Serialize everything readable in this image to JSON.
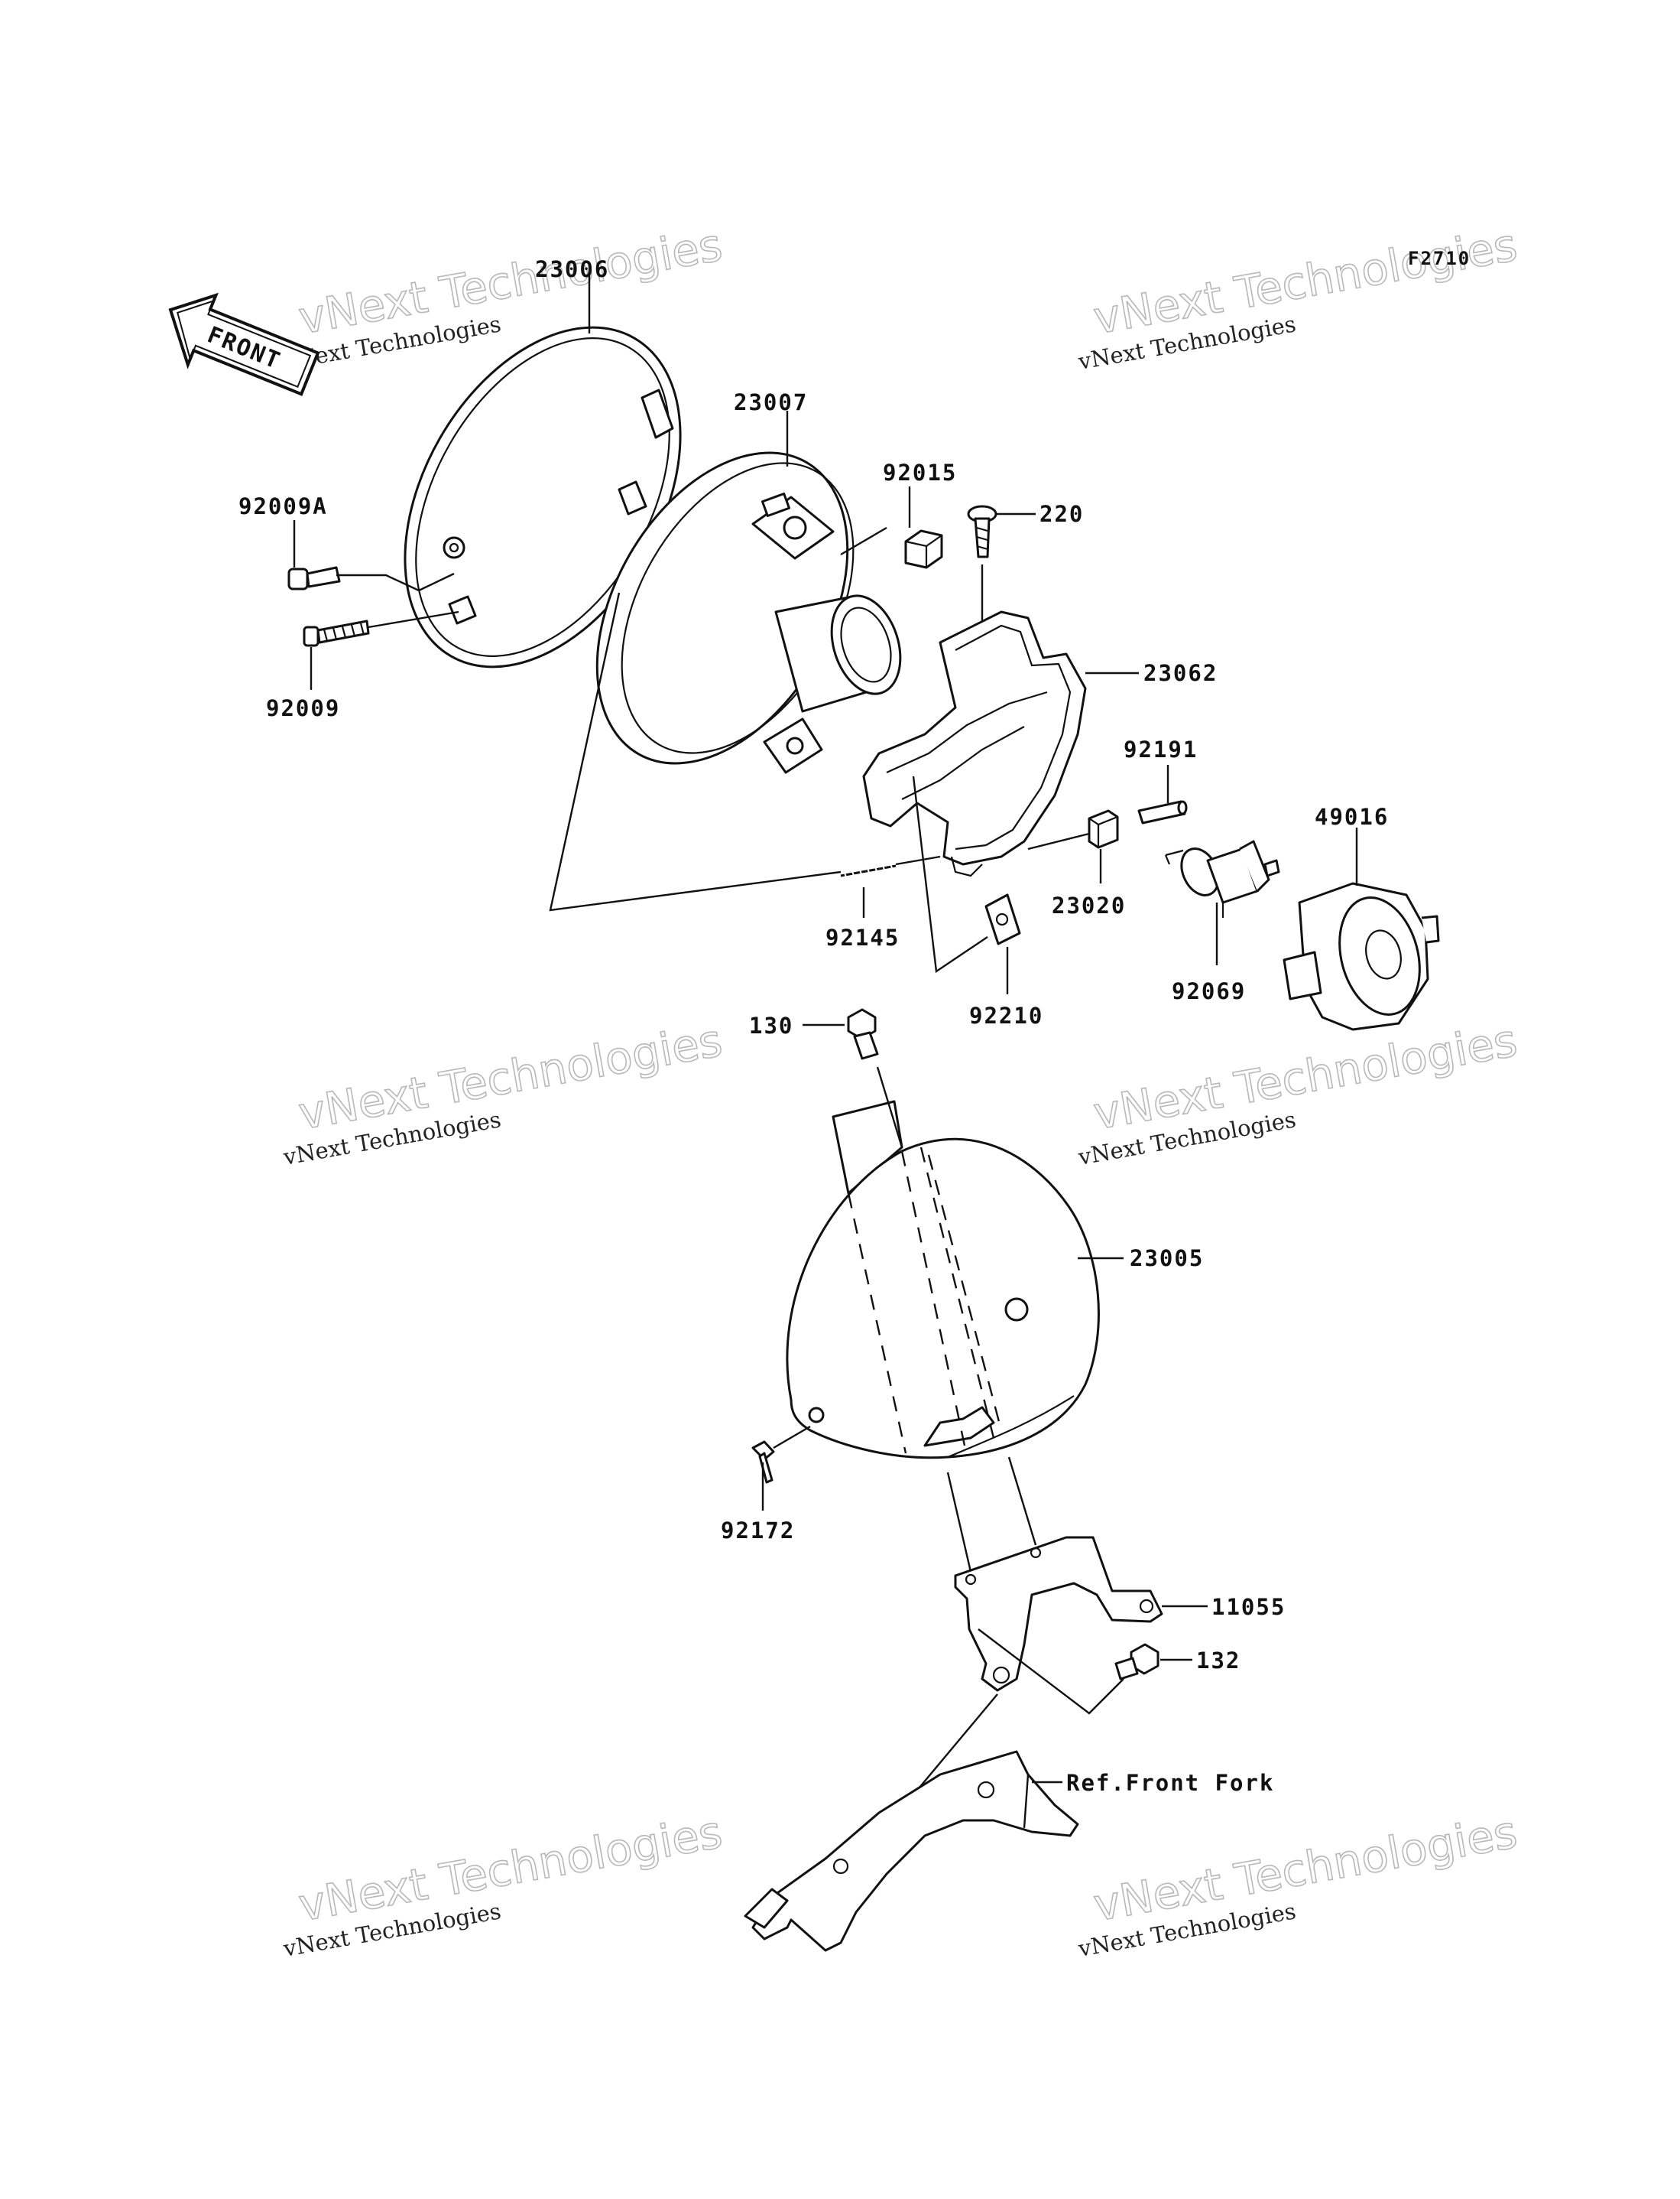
{
  "diagram_code": "F2710",
  "front_arrow_label": "FRONT",
  "watermark": {
    "line1": "vNext Technologies",
    "line2": "vNext Technologies"
  },
  "parts": {
    "p23006": "23006",
    "p23007": "23007",
    "p92015": "92015",
    "p220": "220",
    "p92009A": "92009A",
    "p92009": "92009",
    "p23062": "23062",
    "p92191": "92191",
    "p49016": "49016",
    "p23020": "23020",
    "p92145": "92145",
    "p92069": "92069",
    "p92210": "92210",
    "p130": "130",
    "p23005": "23005",
    "p92172": "92172",
    "p11055": "11055",
    "p132": "132",
    "ref_front_fork": "Ref.Front Fork"
  }
}
